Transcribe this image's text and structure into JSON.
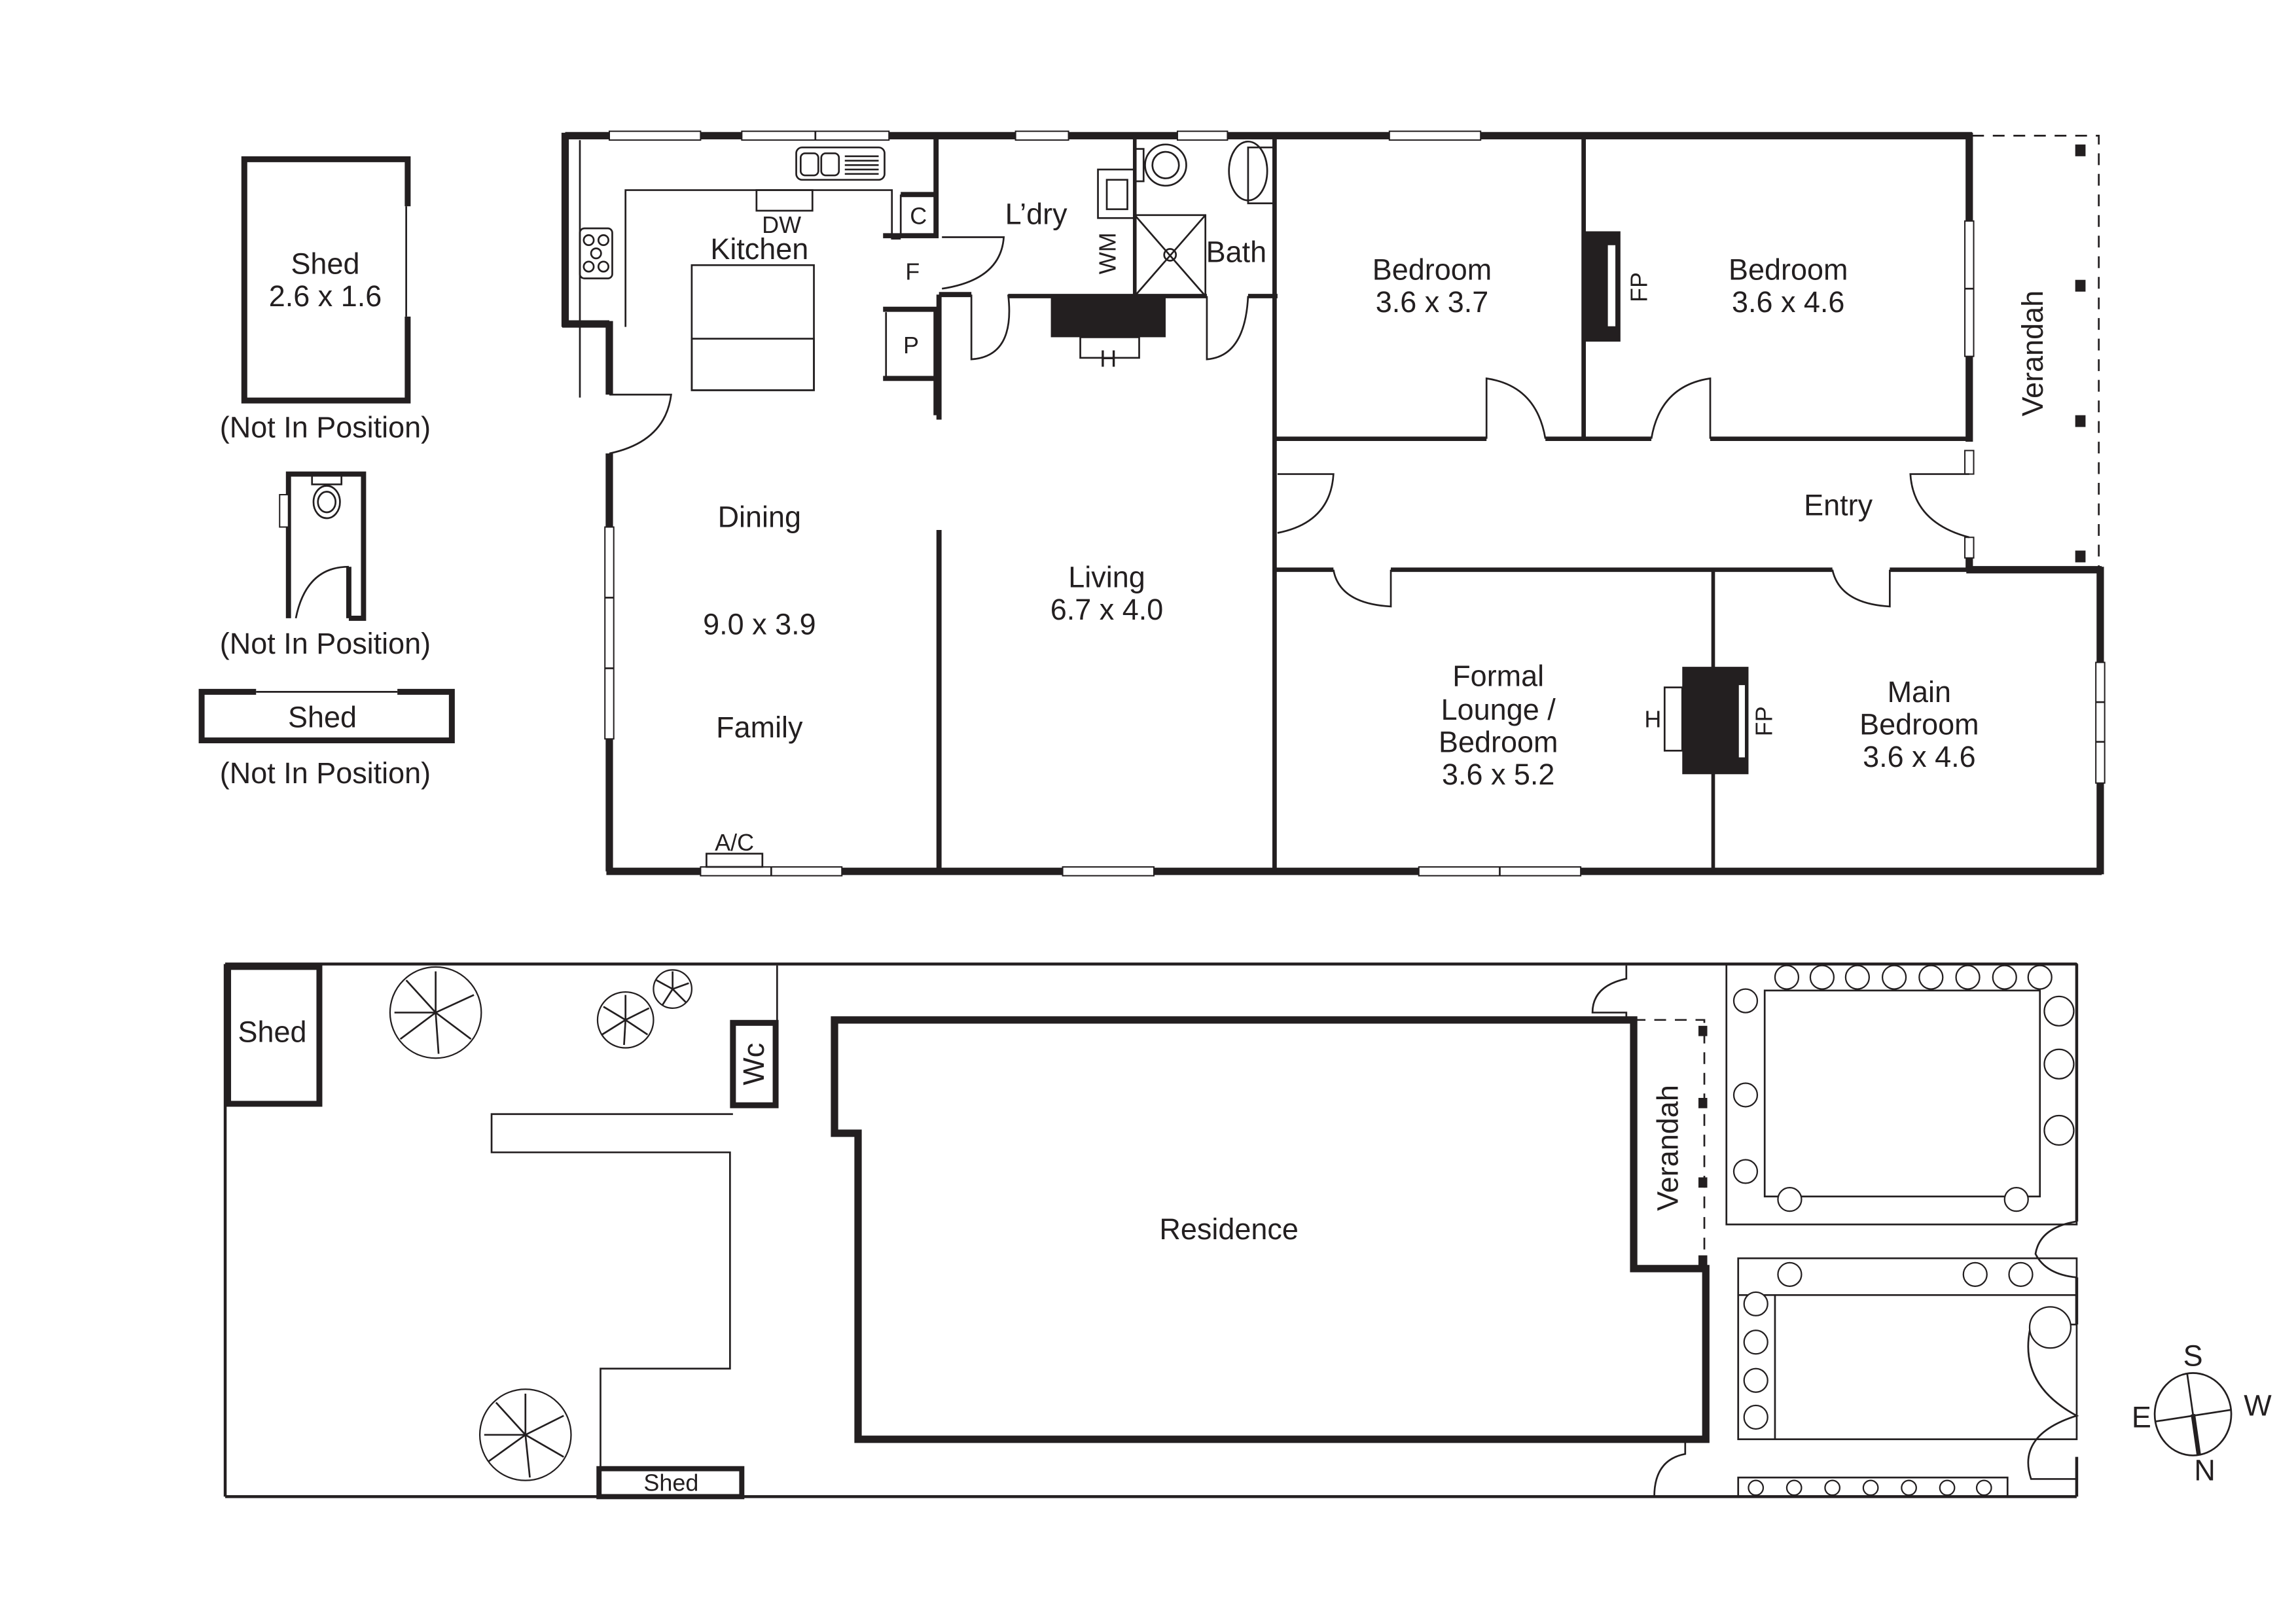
{
  "floor_plan": {
    "rooms": {
      "kitchen": {
        "name": "Kitchen"
      },
      "laundry": {
        "name": "L’dry"
      },
      "bath": {
        "name": "Bath"
      },
      "bedroom1": {
        "name": "Bedroom",
        "size": "3.6 x 3.7"
      },
      "bedroom2": {
        "name": "Bedroom",
        "size": "3.6 x 4.6"
      },
      "verandah": {
        "name": "Verandah"
      },
      "entry": {
        "name": "Entry"
      },
      "dining_family": {
        "name_top": "Dining",
        "size": "9.0 x 3.9",
        "name_bottom": "Family"
      },
      "living": {
        "name": "Living",
        "size": "6.7 x 4.0"
      },
      "formal_lounge": {
        "line1": "Formal",
        "line2": "Lounge /",
        "line3": "Bedroom",
        "size": "3.6 x 5.2"
      },
      "main_bedroom": {
        "line1": "Main",
        "line2": "Bedroom",
        "size": "3.6 x 4.6"
      }
    },
    "fixtures": {
      "dishwasher": "DW",
      "cupboard": "C",
      "fridge": "F",
      "pantry": "P",
      "washing_machine": "WM",
      "heater_laundry": "H",
      "fireplace_bedroom": "FP",
      "fireplace_main": "FP",
      "heater_lounge": "H",
      "air_conditioner": "A/C"
    }
  },
  "outbuildings": {
    "shed_large": {
      "name": "Shed",
      "size": "2.6 x 1.6",
      "note": "(Not In Position)"
    },
    "wc": {
      "note": "(Not In Position)"
    },
    "shed_small": {
      "name": "Shed",
      "note": "(Not In Position)"
    }
  },
  "site_plan": {
    "shed_rear": "Shed",
    "wc": "Wc",
    "shed_side": "Shed",
    "residence": "Residence",
    "verandah": "Verandah"
  },
  "compass": {
    "north": "N",
    "south": "S",
    "east": "E",
    "west": "W"
  },
  "colors": {
    "ink": "#231f20",
    "background": "#ffffff"
  }
}
